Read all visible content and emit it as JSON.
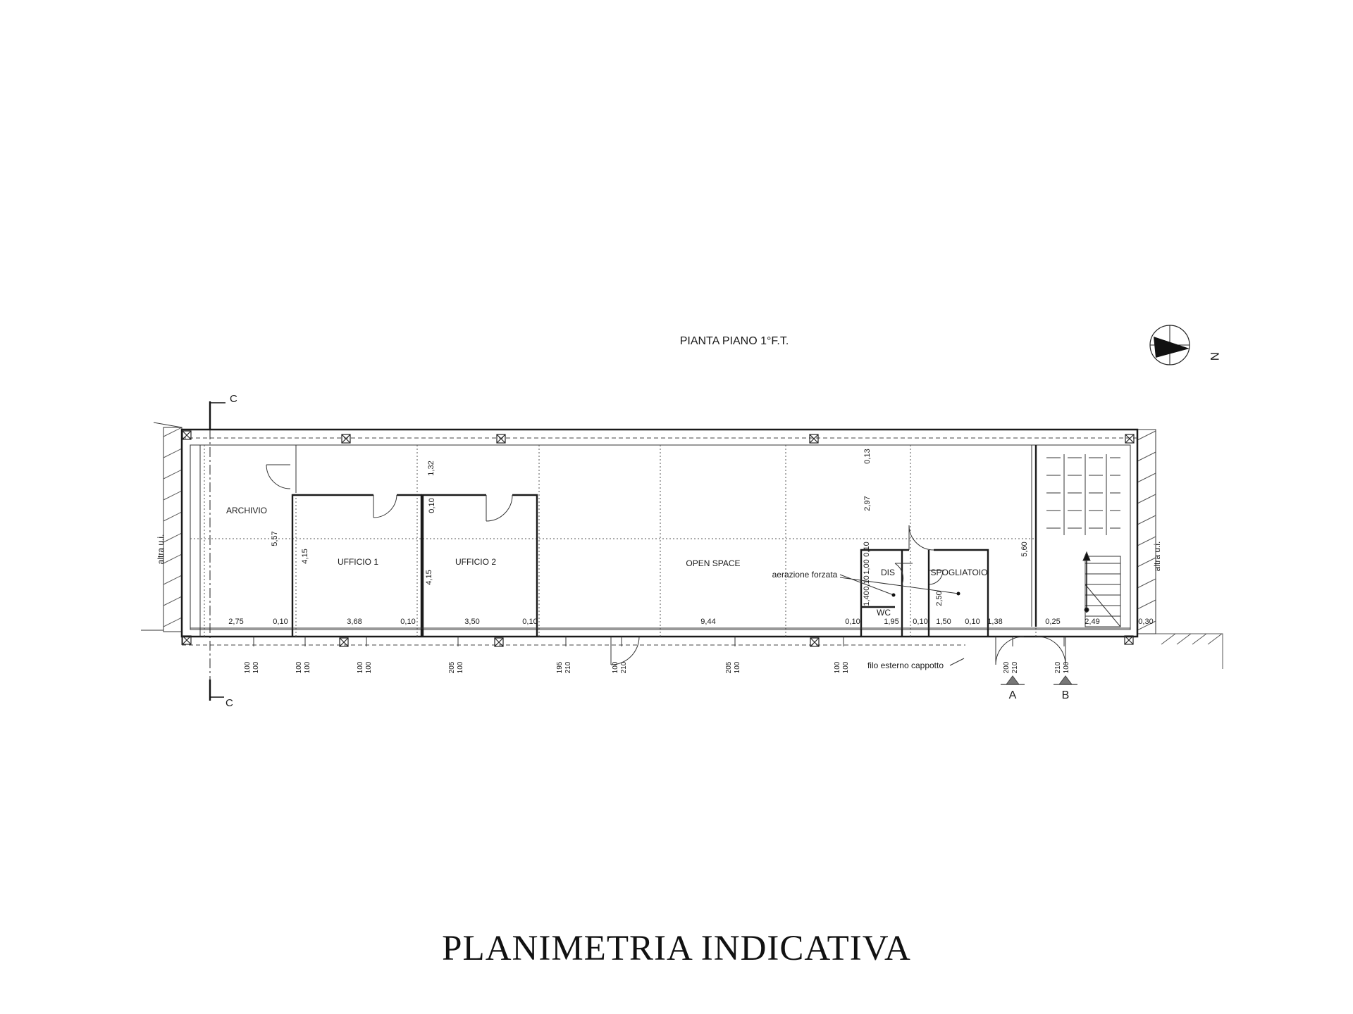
{
  "plan_title": "PIANTA PIANO 1°F.T.",
  "page_title": "PLANIMETRIA INDICATIVA",
  "north_label": "N",
  "rooms": {
    "archivio": "ARCHIVIO",
    "ufficio1": "UFFICIO 1",
    "ufficio2": "UFFICIO 2",
    "open_space": "OPEN SPACE",
    "dis": "DIS",
    "spogliatoio": "SPOGLIATOIO",
    "wc": "WC"
  },
  "notes": {
    "aerazione": "aerazione forzata",
    "filo": "filo esterno cappotto",
    "altra_left": "altra u.i.",
    "altra_right": "altra u.i."
  },
  "sections": {
    "c_top": "C",
    "c_bottom": "C",
    "a": "A",
    "b": "B"
  },
  "dims_horizontal": [
    "2,75",
    "0,10",
    "3,68",
    "0,10",
    "3,50",
    "0,10",
    "9,44",
    "0,10",
    "1,95",
    "0,10",
    "1,50",
    "0,10",
    "1,38",
    "0,25",
    "2,49",
    "0,30"
  ],
  "dims_vertical": [
    "5,57",
    "4,15",
    "1,32",
    "0,10",
    "4,15",
    "0,13",
    "2,97",
    "0,10",
    "1,00",
    "0,10",
    "1,40",
    "2,50",
    "5,60"
  ],
  "window_dims": [
    [
      "100",
      "100"
    ],
    [
      "100",
      "100"
    ],
    [
      "100",
      "100"
    ],
    [
      "205",
      "100"
    ],
    [
      "195",
      "210"
    ],
    [
      "100",
      "210"
    ],
    [
      "205",
      "100"
    ],
    [
      "100",
      "100"
    ],
    [
      "200",
      "210"
    ],
    [
      "210",
      "100"
    ]
  ]
}
